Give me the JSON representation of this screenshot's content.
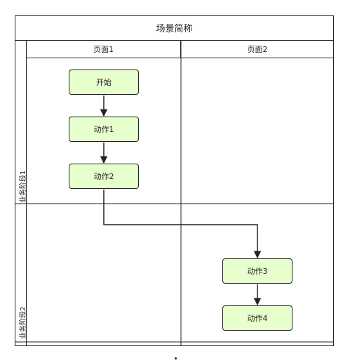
{
  "pool": {
    "title": "场景简称",
    "columns": [
      {
        "label": "页面1"
      },
      {
        "label": "页面2"
      }
    ],
    "lanes": [
      {
        "label": "业务阶段1"
      },
      {
        "label": "业务阶段2"
      }
    ]
  },
  "nodes": [
    {
      "id": "start",
      "label": "开始",
      "lane": "业务阶段1",
      "column": "页面1"
    },
    {
      "id": "action1",
      "label": "动作1",
      "lane": "业务阶段1",
      "column": "页面1"
    },
    {
      "id": "action2",
      "label": "动作2",
      "lane": "业务阶段1",
      "column": "页面1"
    },
    {
      "id": "action3",
      "label": "动作3",
      "lane": "业务阶段2",
      "column": "页面2"
    },
    {
      "id": "action4",
      "label": "动作4",
      "lane": "业务阶段2",
      "column": "页面2"
    }
  ],
  "edges": [
    {
      "from": "start",
      "to": "action1"
    },
    {
      "from": "action1",
      "to": "action2"
    },
    {
      "from": "action2",
      "to": "action3"
    },
    {
      "from": "action3",
      "to": "action4"
    }
  ]
}
